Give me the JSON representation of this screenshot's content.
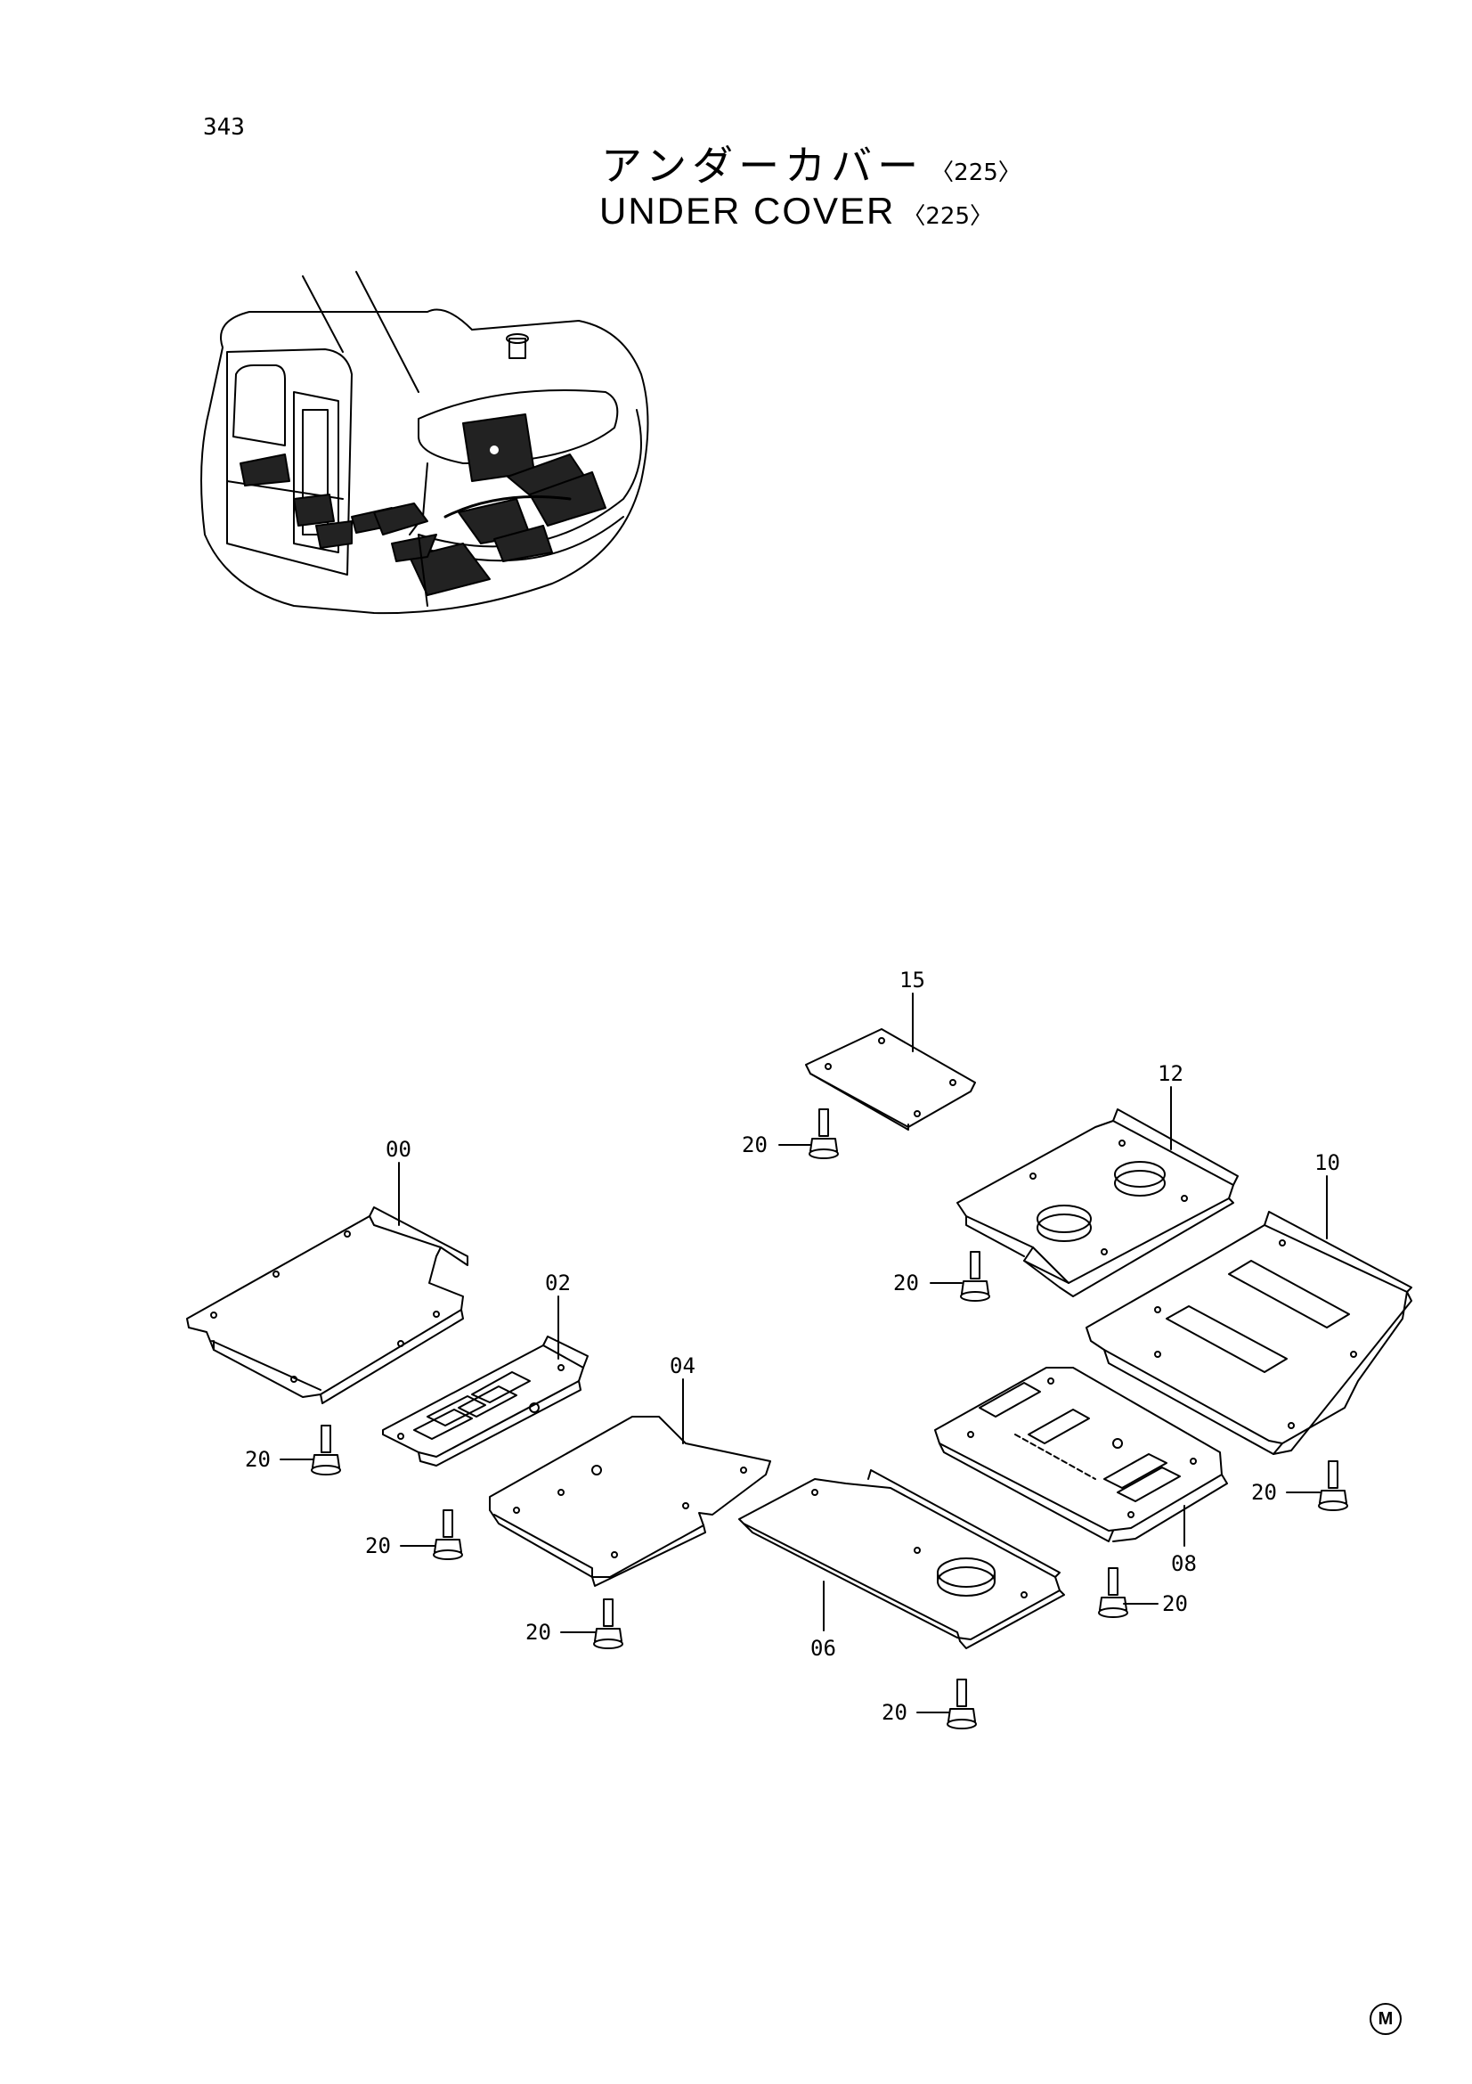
{
  "page": {
    "number": "343",
    "title_jp": "アンダーカバー",
    "title_en": "UNDER COVER",
    "code": "〈225〉"
  },
  "callouts": {
    "p00": "00",
    "p02": "02",
    "p04": "04",
    "p06": "06",
    "p08": "08",
    "p10": "10",
    "p12": "12",
    "p15": "15",
    "bolt": "20"
  },
  "logo": "M"
}
